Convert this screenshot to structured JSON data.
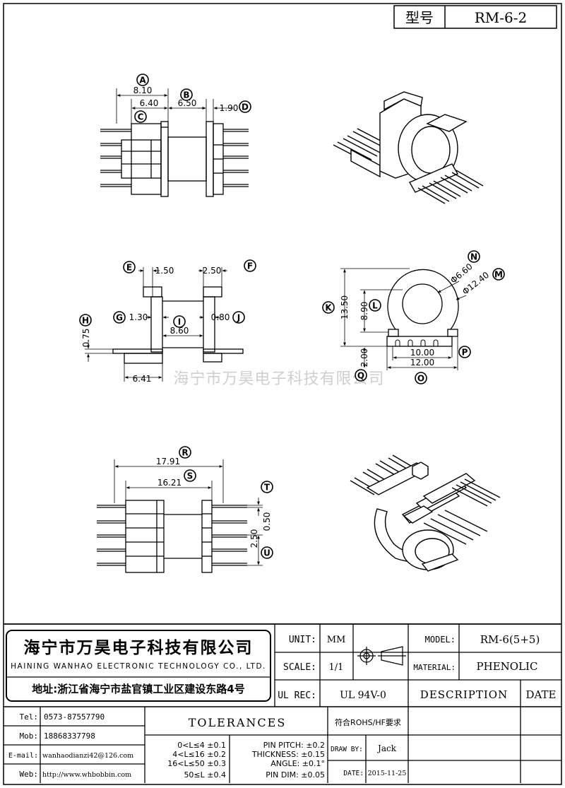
{
  "header": {
    "model_label": "型号",
    "model_value": "RM-6-2"
  },
  "watermark": "海宁市万昊电子科技有限公司",
  "top_view": {
    "labels": {
      "A": "A",
      "B": "B",
      "C": "C",
      "D": "D"
    },
    "dims": {
      "A": "8.10",
      "C": "6.40",
      "B": "6.50",
      "D": "1.90"
    }
  },
  "side_view": {
    "labels": {
      "E": "E",
      "F": "F",
      "G": "G",
      "H": "H",
      "I": "I",
      "J": "J"
    },
    "dims": {
      "E": "1.50",
      "F": "2.50",
      "G": "1.30",
      "I": "8.60",
      "J": "0.80",
      "H": "0.75",
      "bottom": "6.41"
    }
  },
  "front_view": {
    "labels": {
      "K": "K",
      "L": "L",
      "M": "M",
      "N": "N",
      "O": "O",
      "P": "P",
      "Q": "Q"
    },
    "dims": {
      "K": "13.50",
      "L": "8.90",
      "N": "Φ6.60",
      "M": "Φ12.40",
      "Q": "2.00",
      "P": "10.00",
      "O": "12.00"
    }
  },
  "bottom_view": {
    "labels": {
      "R": "R",
      "S": "S",
      "T": "T",
      "U": "U"
    },
    "dims": {
      "R": "17.91",
      "S": "16.21",
      "T": "0.50",
      "U": "2.50"
    }
  },
  "title_block": {
    "company_cn": "海宁市万昊电子科技有限公司",
    "company_en": "HAINING WANHAO ELECTRONIC TECHNOLOGY CO., LTD.",
    "address": "地址:浙江省海宁市盐官镇工业区建设东路4号",
    "unit_label": "UNIT:",
    "unit_value": "MM",
    "scale_label": "SCALE:",
    "scale_value": "1/1",
    "ulrec_label": "UL REC:",
    "ulrec_value": "UL 94V-0",
    "model_label": "MODEL:",
    "model_value": "RM-6(5+5)",
    "material_label": "MATERIAL:",
    "material_value": "PHENOLIC",
    "description_label": "DESCRIPTION",
    "date_label": "DATE",
    "tel_label": "Tel:",
    "tel_value": "0573-87557790",
    "mob_label": "Mob:",
    "mob_value": "18868337798",
    "email_label": "E-mail:",
    "email_value": "wanhaodianzi42@126.com",
    "web_label": "Web:",
    "web_value": "http://www.whbobbin.com",
    "tolerances_label": "TOLERANCES",
    "tol_lines": [
      "0<L≤4 ±0.1",
      "4<L≤16 ±0.2",
      "16<L≤50 ±0.3",
      "50≤L ±0.4"
    ],
    "pin_lines": [
      "PIN PITCH: ±0.2",
      "THICKNESS: ±0.15",
      "ANGLE: ±0.1°",
      "PIN DIM: ±0.05"
    ],
    "rohs": "符合ROHS/HF要求",
    "drawby_label": "DRAW BY:",
    "drawby_value": "Jack",
    "date_field_label": "DATE:",
    "date_value": "2015-11-25"
  }
}
